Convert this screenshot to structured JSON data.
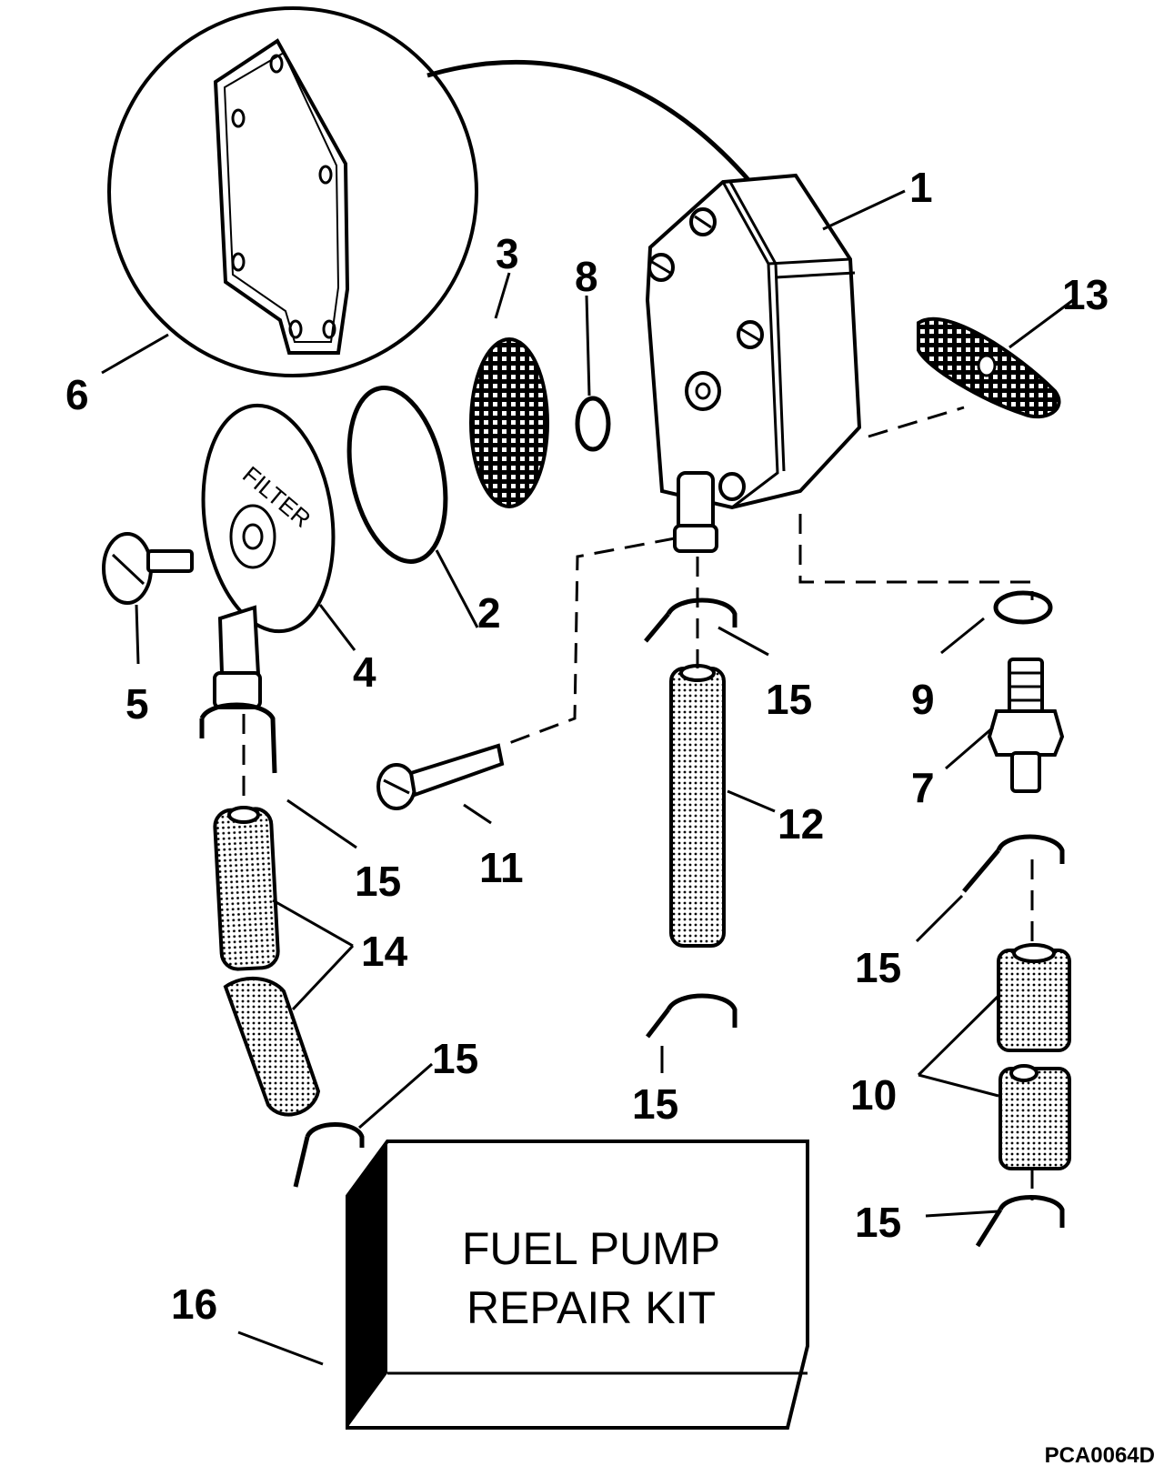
{
  "callouts": {
    "c1": "1",
    "c2": "2",
    "c3": "3",
    "c4": "4",
    "c5": "5",
    "c6": "6",
    "c7": "7",
    "c8": "8",
    "c9": "9",
    "c10": "10",
    "c11": "11",
    "c12": "12",
    "c13": "13",
    "c14": "14",
    "c15": "15",
    "c16": "16"
  },
  "filter_cover_text": "FILTER",
  "kit_label": {
    "line1": "FUEL PUMP",
    "line2": "REPAIR KIT"
  },
  "figure_code": "PCA0064D"
}
